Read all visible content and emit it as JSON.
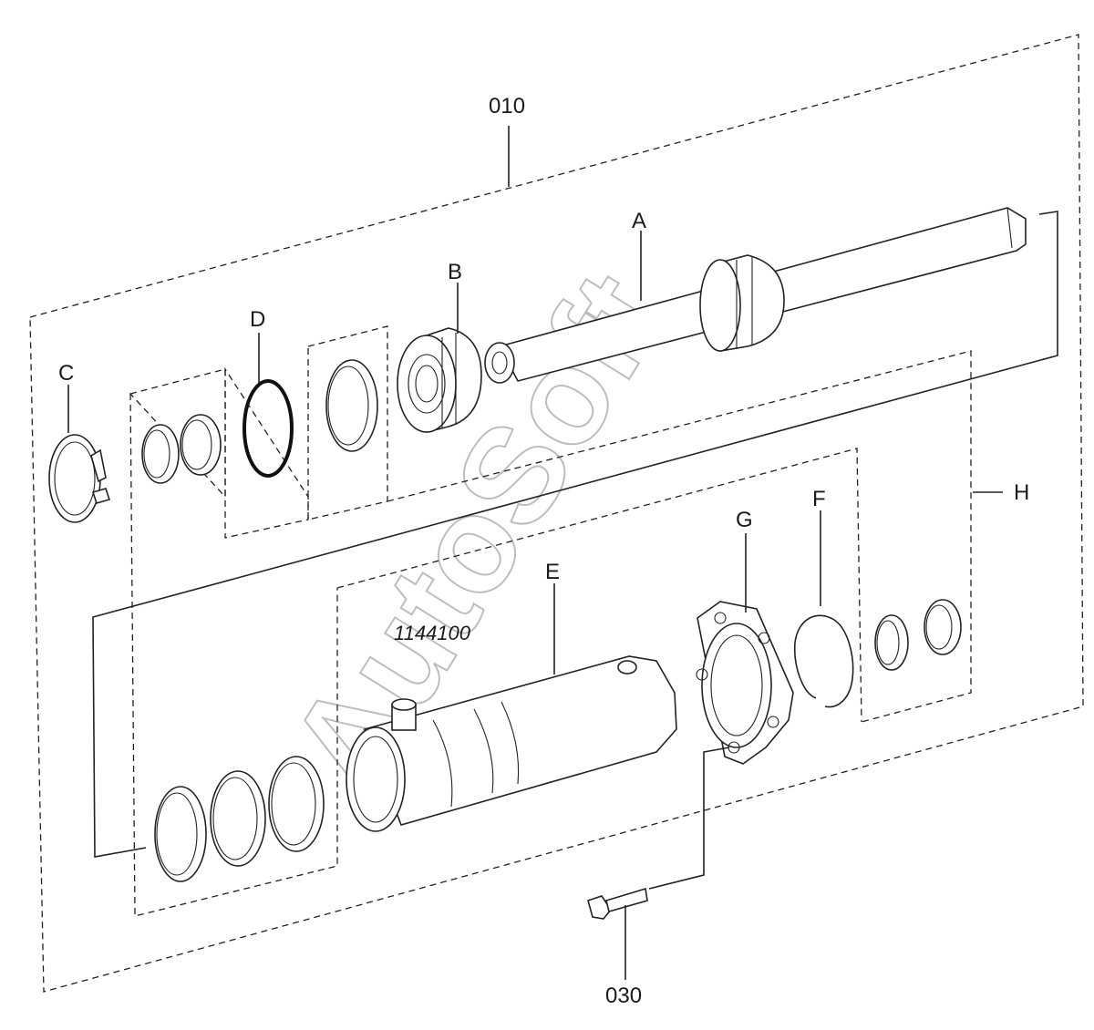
{
  "assembly": {
    "label": "010"
  },
  "bolt": {
    "label": "030"
  },
  "drawing_number": "1144100",
  "watermark": "AutoSoft",
  "parts": {
    "a": "A",
    "b": "B",
    "c": "C",
    "d": "D",
    "e": "E",
    "f": "F",
    "g": "G",
    "h": "H"
  }
}
